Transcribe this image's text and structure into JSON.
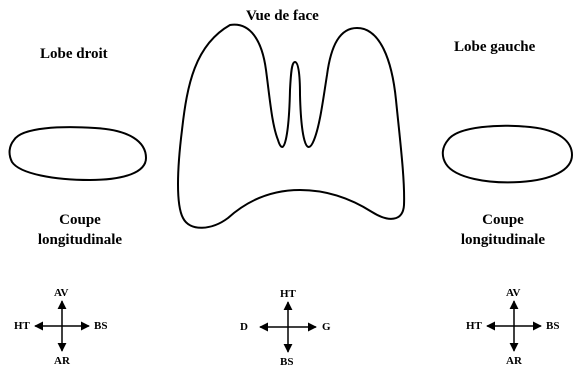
{
  "labels": {
    "front_view": "Vue de face",
    "right_lobe": "Lobe droit",
    "left_lobe": "Lobe gauche",
    "section_left_line1": "Coupe",
    "section_left_line2": "longitudinale",
    "section_right_line1": "Coupe",
    "section_right_line2": "longitudinale"
  },
  "compass_left": {
    "up": "AV",
    "down": "AR",
    "left": "HT",
    "right": "BS"
  },
  "compass_center": {
    "up": "HT",
    "down": "BS",
    "left": "D",
    "right": "G"
  },
  "compass_right": {
    "up": "AV",
    "down": "AR",
    "left": "HT",
    "right": "BS"
  }
}
